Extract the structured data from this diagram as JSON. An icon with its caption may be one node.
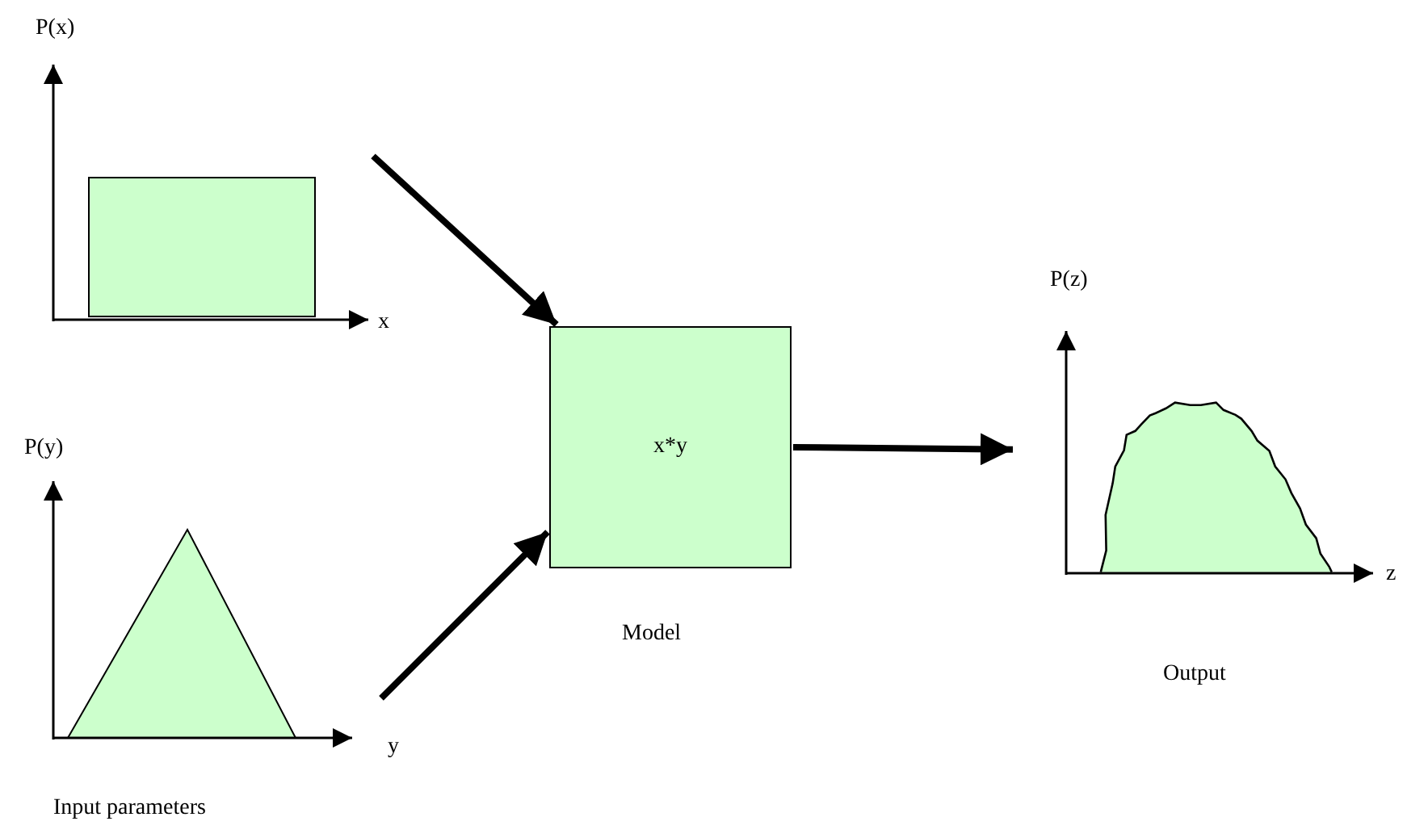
{
  "diagram": {
    "nodes": [
      {
        "text": [],
        "shape": "picture"
      },
      {
        "text": [],
        "shape": "picture"
      },
      {
        "text": [
          "x*y"
        ],
        "beside": [
          "Model"
        ]
      },
      {
        "text": [],
        "shape": "picture"
      }
    ],
    "edges": [
      {
        "from": 0,
        "to": 2,
        "arrow": "to"
      },
      {
        "from": 1,
        "to": 2,
        "arrow": "to"
      },
      {
        "from": 2,
        "to": 3,
        "arrow": "to"
      }
    ],
    "labels": [
      "P(x)",
      "x",
      "P(y)",
      "y",
      "P(z)",
      "z",
      "Output",
      "Input parameters"
    ]
  }
}
